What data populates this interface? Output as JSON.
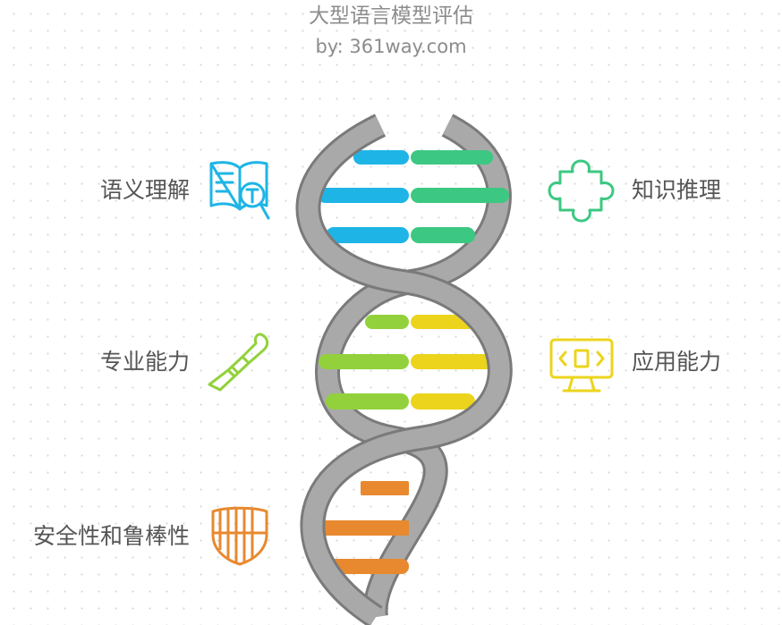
{
  "header": {
    "title": "大型语言模型评估",
    "subtitle": "by: 361way.com"
  },
  "categories": [
    {
      "label": "语义理解",
      "side": "left",
      "icon": "book-search-icon",
      "color": "#1eb5e6"
    },
    {
      "label": "知识推理",
      "side": "right",
      "icon": "puzzle-piece-icon",
      "color": "#3cc882"
    },
    {
      "label": "专业能力",
      "side": "left",
      "icon": "tool-icon",
      "color": "#92d13b"
    },
    {
      "label": "应用能力",
      "side": "right",
      "icon": "monitor-code-icon",
      "color": "#ecd41c"
    },
    {
      "label": "安全性和鲁棒性",
      "side": "left",
      "icon": "shield-icon",
      "color": "#e8892f"
    }
  ],
  "colors": {
    "strand": "#999999",
    "strand_stroke": "#7a7a7a",
    "blue": "#1eb5e6",
    "green": "#3cc882",
    "lime": "#92d13b",
    "yellow": "#ecd41c",
    "orange": "#e8892f"
  }
}
